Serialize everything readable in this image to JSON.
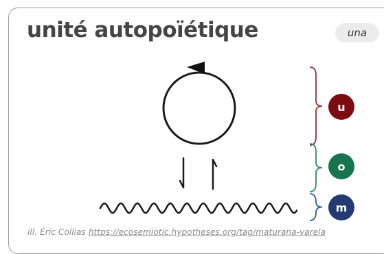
{
  "title": "unité autopoïétique",
  "tag": "una",
  "levels": [
    {
      "letter": "u",
      "color": "#7d0b12",
      "bracket_color": "#9c2b3a"
    },
    {
      "letter": "o",
      "color": "#17744e",
      "bracket_color": "#2a8a68"
    },
    {
      "letter": "m",
      "color": "#243a73",
      "bracket_color": "#2f5a93"
    }
  ],
  "credit": {
    "prefix": "ill. Éric Collias",
    "url": "https://ecosemiotic.hypotheses.org/tag/maturana-varela"
  }
}
